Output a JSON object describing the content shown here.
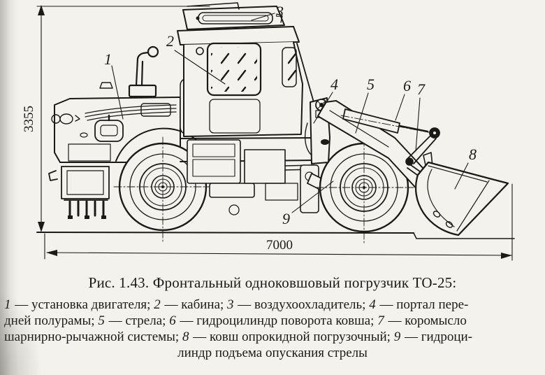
{
  "figure": {
    "caption": "Рис. 1.43. Фронтальный одноковшовый погрузчик ТО-25:",
    "legend_lines": [
      {
        "align": "left",
        "segments": [
          {
            "t": "1",
            "i": 1
          },
          {
            "t": " — установка двигателя; ",
            "i": 0
          },
          {
            "t": "2",
            "i": 1
          },
          {
            "t": " — кабина; ",
            "i": 0
          },
          {
            "t": "3",
            "i": 1
          },
          {
            "t": " — воздухоохладитель; ",
            "i": 0
          },
          {
            "t": "4",
            "i": 1
          },
          {
            "t": " — портал пере-",
            "i": 0
          }
        ]
      },
      {
        "align": "left",
        "segments": [
          {
            "t": "дней полурамы; ",
            "i": 0
          },
          {
            "t": "5",
            "i": 1
          },
          {
            "t": " — стрела; ",
            "i": 0
          },
          {
            "t": "6",
            "i": 1
          },
          {
            "t": " — гидроцилиндр поворота ковша; ",
            "i": 0
          },
          {
            "t": "7",
            "i": 1
          },
          {
            "t": " — коромысло",
            "i": 0
          }
        ]
      },
      {
        "align": "left",
        "segments": [
          {
            "t": "шарнирно-рычажной системы; ",
            "i": 0
          },
          {
            "t": "8",
            "i": 1
          },
          {
            "t": " — ковш опрокидной погрузочный; ",
            "i": 0
          },
          {
            "t": "9",
            "i": 1
          },
          {
            "t": " — гидроци-",
            "i": 0
          }
        ]
      },
      {
        "align": "center",
        "segments": [
          {
            "t": "линдр подъема опускания стрелы",
            "i": 0
          }
        ]
      }
    ]
  },
  "drawing": {
    "callouts": {
      "c1": "1",
      "c2": "2",
      "c3": "3",
      "c4": "4",
      "c5": "5",
      "c6": "6",
      "c7": "7",
      "c8": "8",
      "c9": "9"
    },
    "dimensions": {
      "height_mm": "3355",
      "length_mm": "7000"
    },
    "colors": {
      "ink": "#1c1a17",
      "paper": "#f3f2ec"
    }
  }
}
